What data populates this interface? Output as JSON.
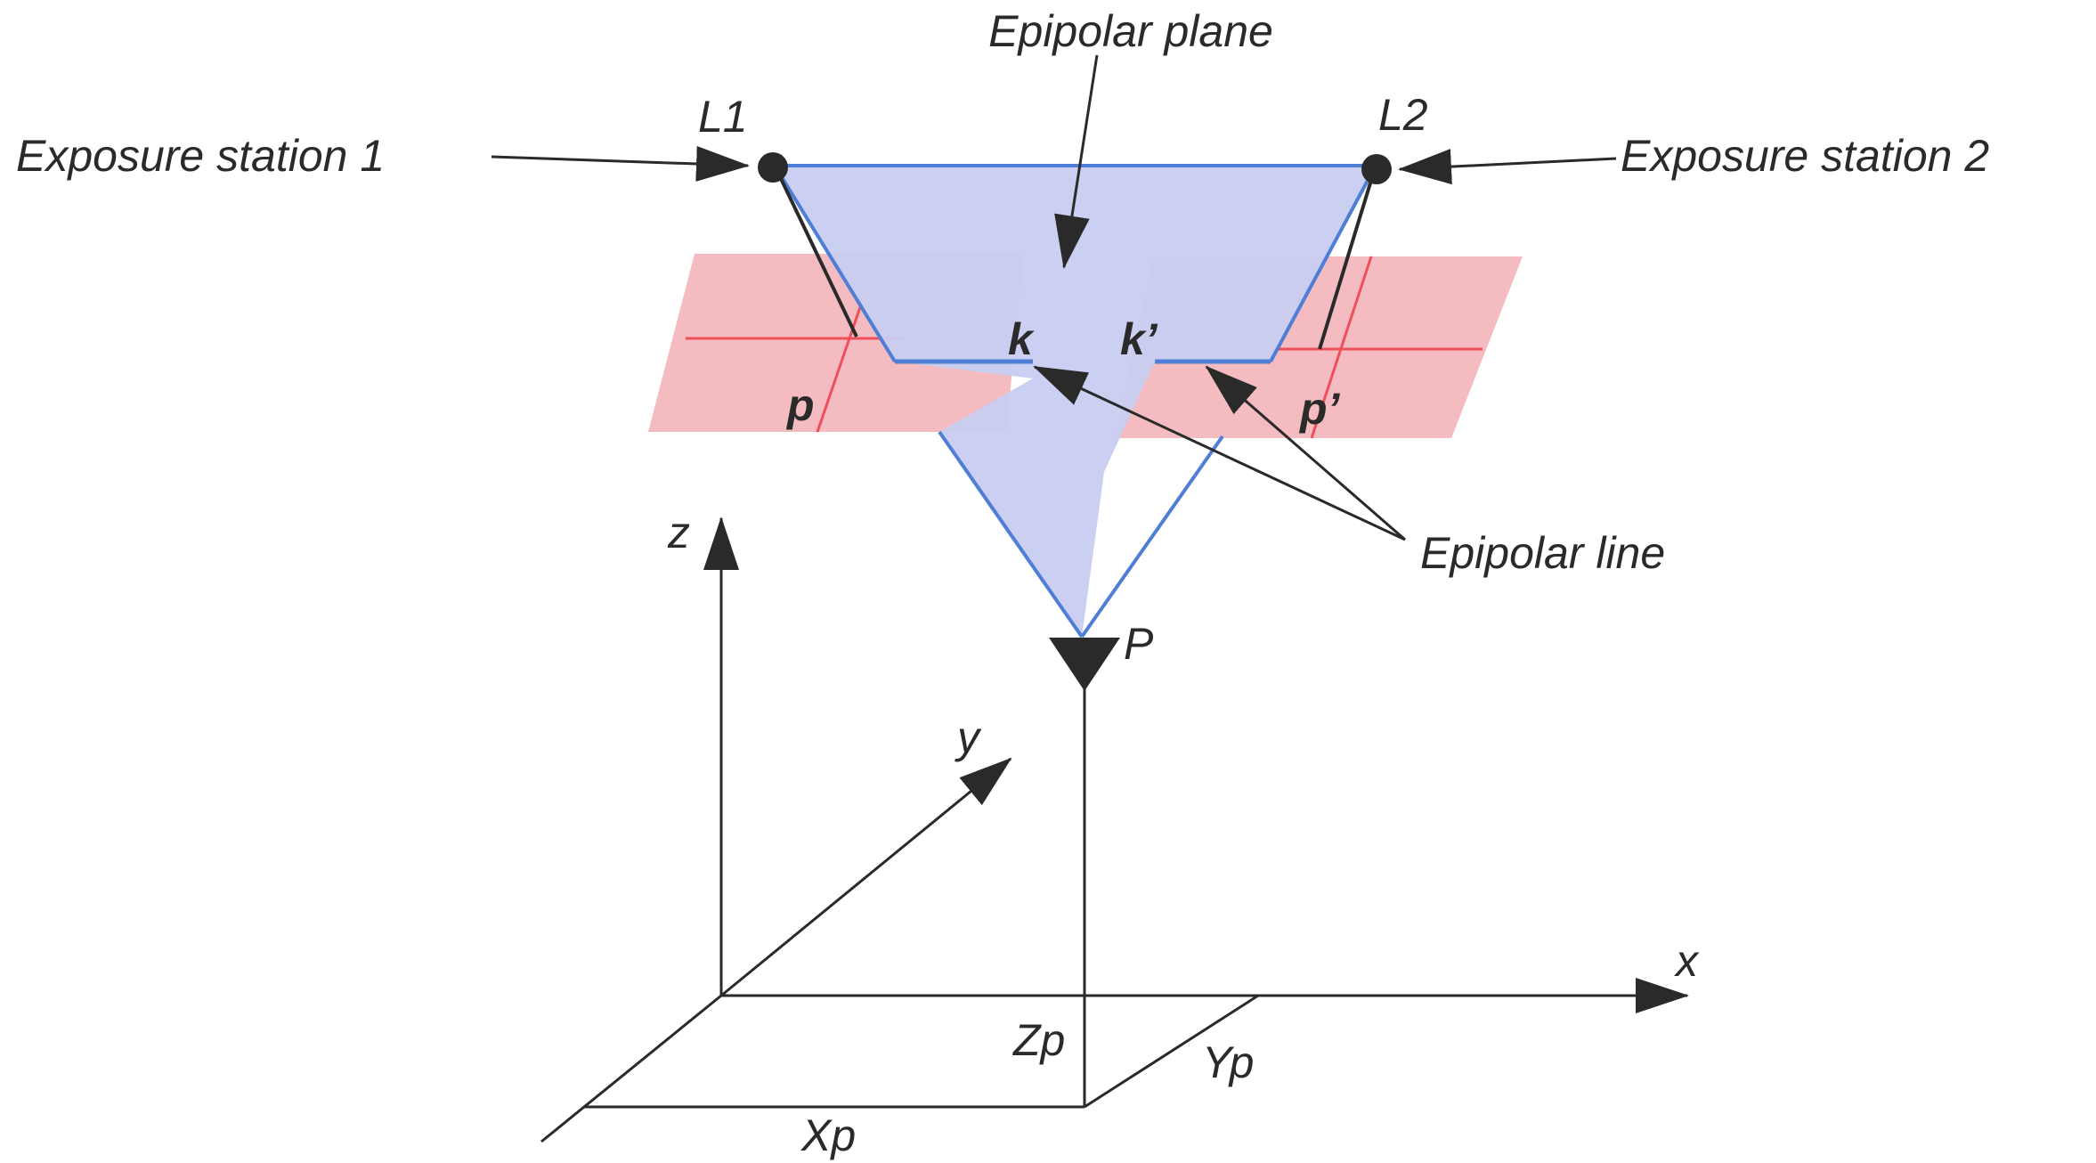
{
  "labels": {
    "epipolar_plane": "Epipolar plane",
    "exposure_station_1": "Exposure station 1",
    "exposure_station_2": "Exposure station 2",
    "l1": "L1",
    "l2": "L2",
    "k": "k",
    "k_prime": "k’",
    "p": "p",
    "p_prime": "p’",
    "epipolar_line": "Epipolar line",
    "P": "P",
    "z": "z",
    "y": "y",
    "x": "x",
    "Zp": "Zp",
    "Yp": "Yp",
    "Xp": "Xp"
  },
  "colors": {
    "epipolar_plane_fill": "#c9cdf0",
    "epipolar_plane_edge": "#4f7ed6",
    "photo_plane_fill": "#f3b8bd",
    "photo_grid_line": "#ee4f58",
    "ink": "#2a2a2a"
  }
}
